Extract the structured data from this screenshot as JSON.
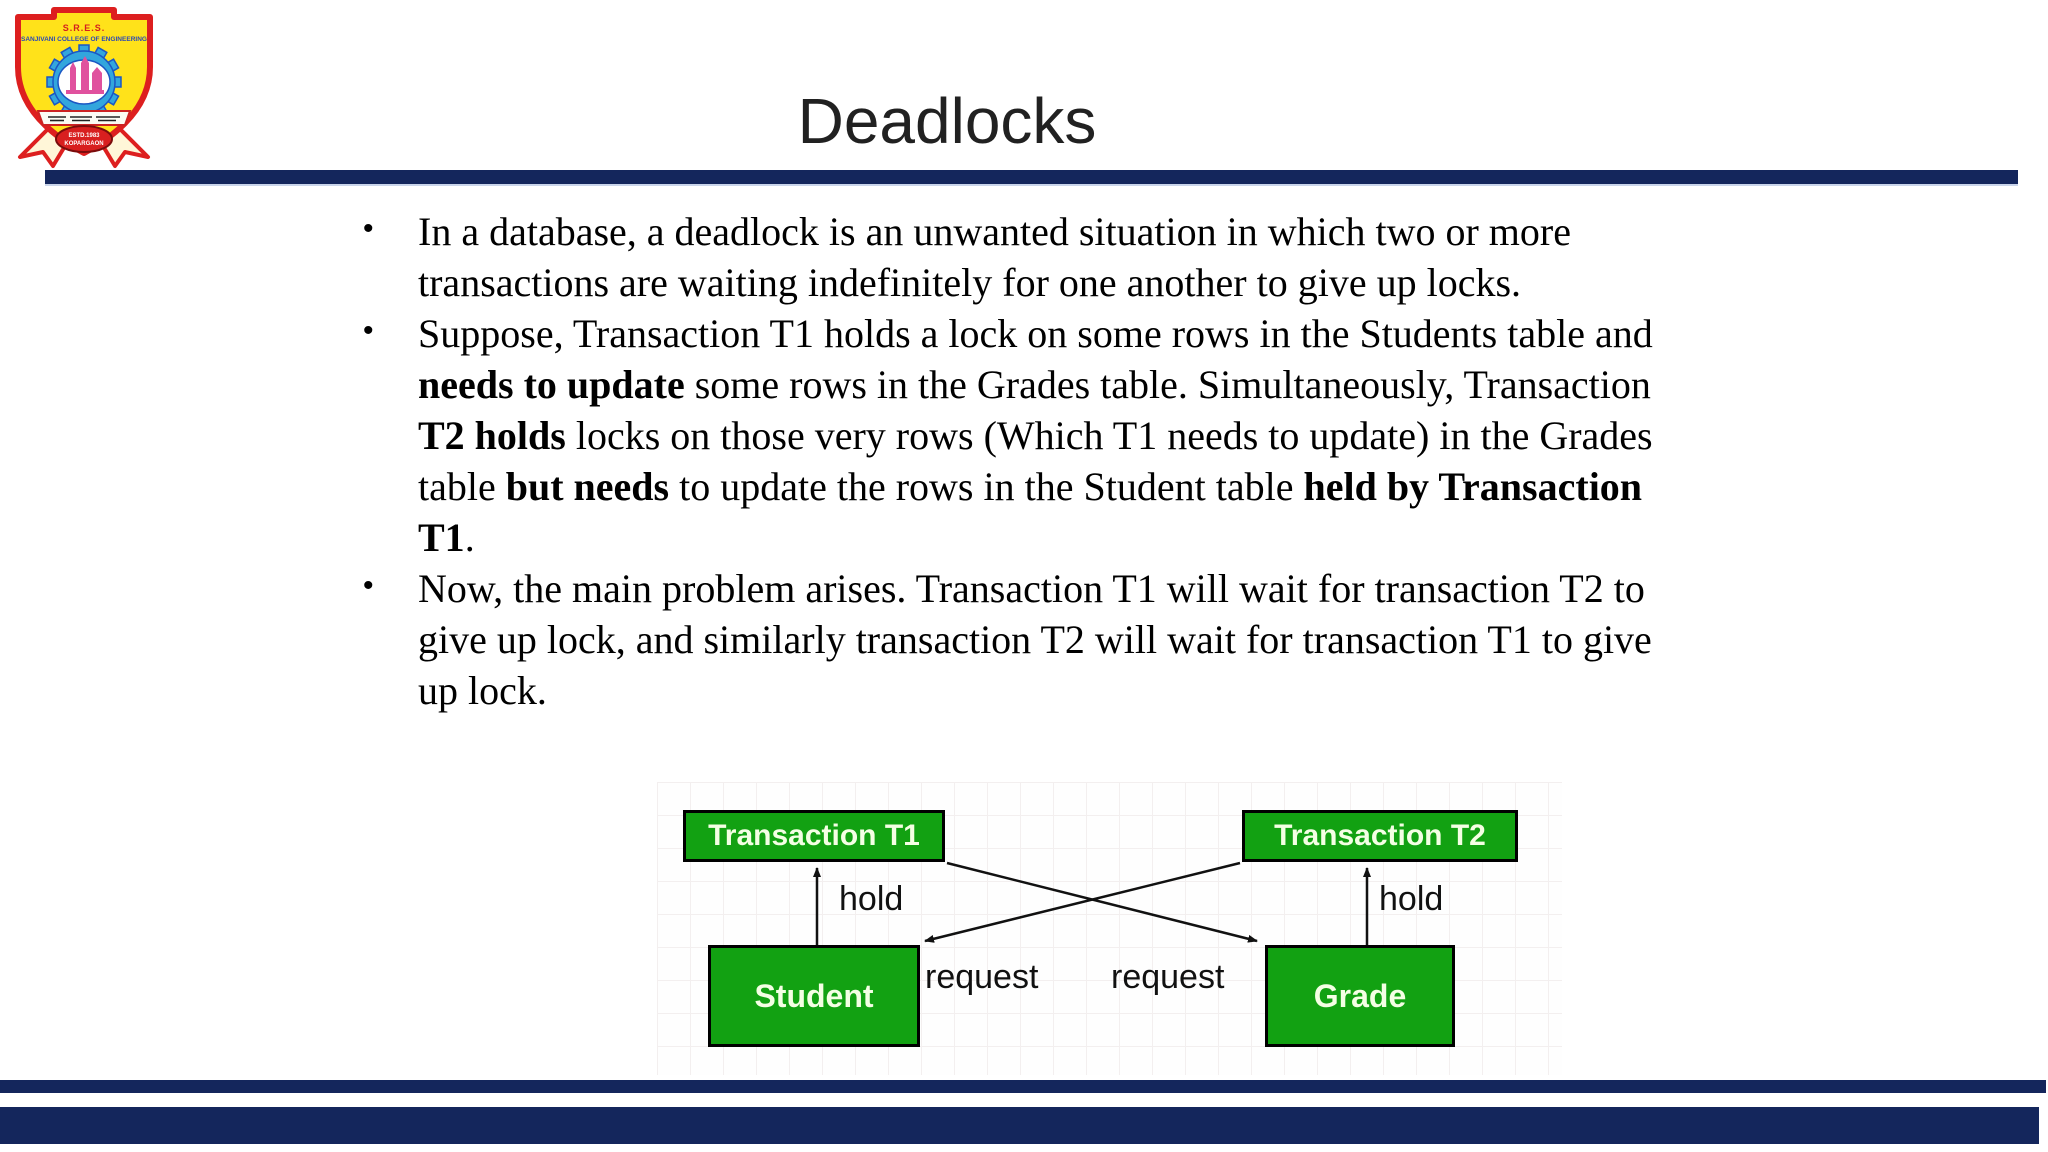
{
  "slide": {
    "title": "Deadlocks"
  },
  "colors": {
    "navy": "#14265c",
    "green": "#12a112",
    "node-text": "#f4ffe4",
    "arrow": "#111111"
  },
  "bullet_char": "•",
  "bullets": [
    {
      "segments": [
        {
          "text": "In a database, a deadlock is an unwanted situation in which two or more transactions are waiting indefinitely for one another to give up locks.",
          "bold": false
        }
      ]
    },
    {
      "segments": [
        {
          "text": "Suppose, Transaction T1 holds a lock on some rows in the Students table and ",
          "bold": false
        },
        {
          "text": "needs to update",
          "bold": true
        },
        {
          "text": " some rows in the Grades table. Simultaneously, Transaction ",
          "bold": false
        },
        {
          "text": "T2 holds",
          "bold": true
        },
        {
          "text": " locks on those very rows (Which T1 needs to update) in the Grades table ",
          "bold": false
        },
        {
          "text": "but needs",
          "bold": true
        },
        {
          "text": " to update the rows in the Student table ",
          "bold": false
        },
        {
          "text": "held by Transaction T1",
          "bold": true
        },
        {
          "text": ".",
          "bold": false
        }
      ]
    },
    {
      "segments": [
        {
          "text": "Now, the main problem arises. Transaction T1 will wait for transaction T2 to give up lock, and similarly transaction T2 will wait for transaction T1 to give up lock.",
          "bold": false
        }
      ]
    }
  ],
  "logo": {
    "abbr": "S.R.E.S.",
    "name": "SANJIVANI COLLEGE OF ENGINEERING",
    "estd": "ESTD.1983",
    "city": "KOPARGAON"
  },
  "diagram": {
    "nodes": [
      {
        "label": "Transaction T1"
      },
      {
        "label": "Transaction T2"
      },
      {
        "label": "Student"
      },
      {
        "label": "Grade"
      }
    ],
    "edges": [
      {
        "from": "Student",
        "to": "Transaction T1",
        "label": "hold"
      },
      {
        "from": "Grade",
        "to": "Transaction T2",
        "label": "hold"
      },
      {
        "from": "Transaction T1",
        "to": "Grade",
        "label": "request"
      },
      {
        "from": "Transaction T2",
        "to": "Student",
        "label": "request"
      }
    ]
  }
}
